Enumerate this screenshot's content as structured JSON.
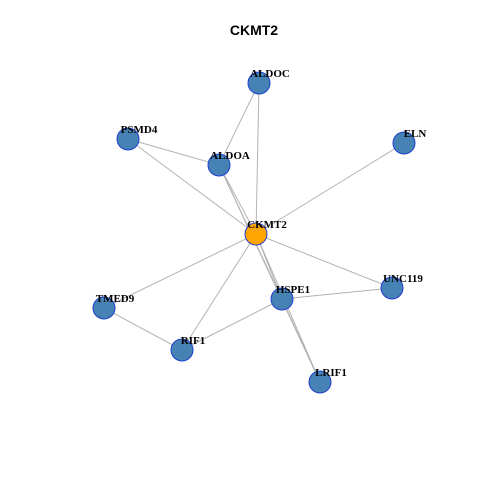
{
  "title": "CKMT2",
  "colors": {
    "center_fill": "#ffa500",
    "node_fill": "#4682b4",
    "node_stroke": "#1f3fcf",
    "edge": "#b3b3b3"
  },
  "nodes": [
    {
      "id": "CKMT2",
      "label": "CKMT2",
      "center": true
    },
    {
      "id": "ALDOC",
      "label": "ALDOC"
    },
    {
      "id": "PSMD4",
      "label": "PSMD4"
    },
    {
      "id": "ALDOA",
      "label": "ALDOA"
    },
    {
      "id": "ELN",
      "label": "ELN"
    },
    {
      "id": "UNC119",
      "label": "UNC119"
    },
    {
      "id": "HSPE1",
      "label": "HSPE1"
    },
    {
      "id": "TMED9",
      "label": "TMED9"
    },
    {
      "id": "RIF1",
      "label": "RIF1"
    },
    {
      "id": "LRIF1",
      "label": "LRIF1"
    }
  ],
  "edges": [
    [
      "CKMT2",
      "ALDOC"
    ],
    [
      "CKMT2",
      "PSMD4"
    ],
    [
      "CKMT2",
      "ALDOA"
    ],
    [
      "CKMT2",
      "ELN"
    ],
    [
      "CKMT2",
      "UNC119"
    ],
    [
      "CKMT2",
      "HSPE1"
    ],
    [
      "CKMT2",
      "TMED9"
    ],
    [
      "CKMT2",
      "RIF1"
    ],
    [
      "CKMT2",
      "LRIF1"
    ],
    [
      "ALDOC",
      "ALDOA"
    ],
    [
      "PSMD4",
      "ALDOA"
    ],
    [
      "ALDOA",
      "HSPE1"
    ],
    [
      "ALDOA",
      "LRIF1"
    ],
    [
      "HSPE1",
      "UNC119"
    ],
    [
      "HSPE1",
      "RIF1"
    ],
    [
      "HSPE1",
      "LRIF1"
    ],
    [
      "TMED9",
      "RIF1"
    ]
  ]
}
